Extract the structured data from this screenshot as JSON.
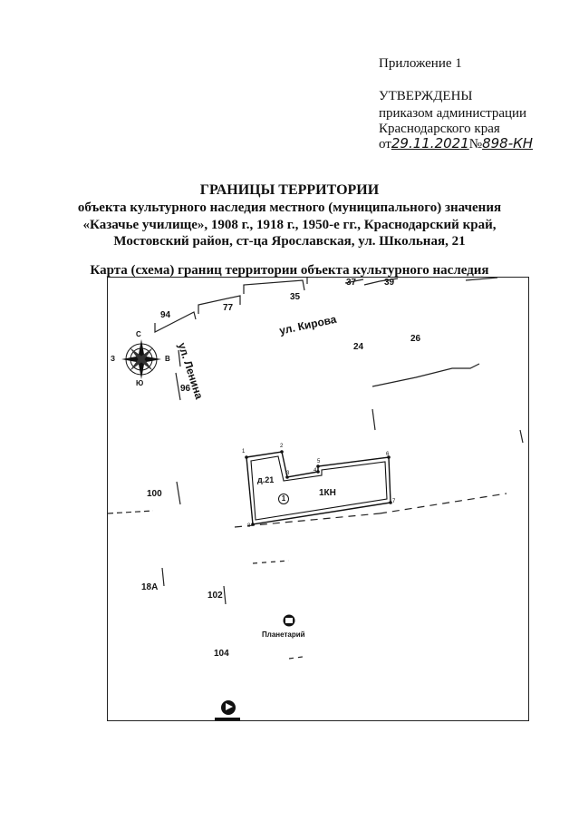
{
  "header": {
    "appendix": "Приложение 1",
    "approved": "УТВЕРЖДЕНЫ",
    "by_order": "приказом администрации",
    "region": "Краснодарского края",
    "date_prefix": "от",
    "date_value": "29.11.2021",
    "number_prefix": "№",
    "number_value": "898-КН"
  },
  "document": {
    "title": "ГРАНИЦЫ ТЕРРИТОРИИ",
    "subtitle_line1": "объекта культурного наследия местного (муниципального) значения",
    "subtitle_line2": "«Казачье училище», 1908 г., 1918 г., 1950-е гг., Краснодарский край,",
    "subtitle_line3": "Мостовский район, ст-ца Ярославская, ул. Школьная, 21",
    "map_caption": "Карта (схема) границ территории объекта культурного наследия"
  },
  "map": {
    "compass": {
      "north": "С",
      "south": "Ю",
      "east": "В",
      "west": "З"
    },
    "streets": {
      "lenina": "ул. Ленина",
      "kirova": "ул. Кирова"
    },
    "parcels": {
      "p94": "94",
      "p77": "77",
      "p35": "35",
      "p37": "37",
      "p39": "39",
      "p24": "24",
      "p26": "26",
      "p96": "96",
      "p100": "100",
      "p18a": "18А",
      "p102": "102",
      "p104": "104"
    },
    "object": {
      "house": "д.21",
      "marker": "1",
      "zone": "1КН"
    },
    "points": [
      "1",
      "2",
      "3",
      "4",
      "5",
      "6",
      "7",
      "8"
    ],
    "poi": {
      "planetarium": "Планетарий"
    }
  }
}
